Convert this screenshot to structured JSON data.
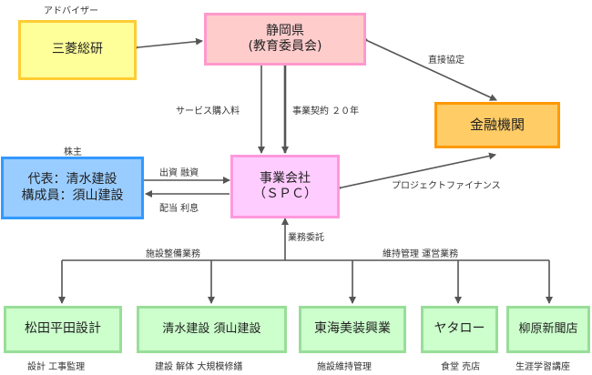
{
  "labels": {
    "adviser": "アドバイザー",
    "shareholder": "株主",
    "service_fee": "サービス購入料",
    "contract": "事業契約 ２０年",
    "direct_agreement": "直接協定",
    "invest_finance": "出資 融資",
    "dividend_interest": "配当 利息",
    "project_finance": "プロジェクトファイナンス",
    "business_commission": "業務委託",
    "facility_maintenance": "施設整備業務",
    "maintenance_operation": "維持管理 運営業務"
  },
  "nodes": {
    "mitsubishi": "三菱総研",
    "prefecture_line1": "静岡県",
    "prefecture_line2": "(教育委員会)",
    "bank": "金融機関",
    "investors_line1": "代表：清水建設",
    "investors_line2": "構成員：須山建設",
    "spc_line1": "事業会社",
    "spc_line2": "（ＳＰＣ）",
    "c1": "松田平田設計",
    "c2": "清水建設 須山建設",
    "c3": "東海美装興業",
    "c4": "ヤタロー",
    "c5": "柳原新聞店"
  },
  "contractor_roles": {
    "c1": "設計 工事監理",
    "c2": "建設 解体 大規模修繕",
    "c3": "施設維持管理",
    "c4": "食堂 売店",
    "c5": "生涯学習講座"
  },
  "colors": {
    "yellow_fill": "#ffff99",
    "yellow_border": "#ffcc33",
    "pink_fill": "#ffcccc",
    "pink_border": "#ff99cc",
    "orange_fill": "#ffcc66",
    "orange_border": "#ff9900",
    "blue_fill": "#99ccff",
    "blue_border": "#3399ff",
    "spcpink_fill": "#ffccff",
    "spcpink_border": "#ff99dd",
    "green_fill": "#ccffcc",
    "green_border": "#99dd99",
    "arrow": "#555555"
  }
}
